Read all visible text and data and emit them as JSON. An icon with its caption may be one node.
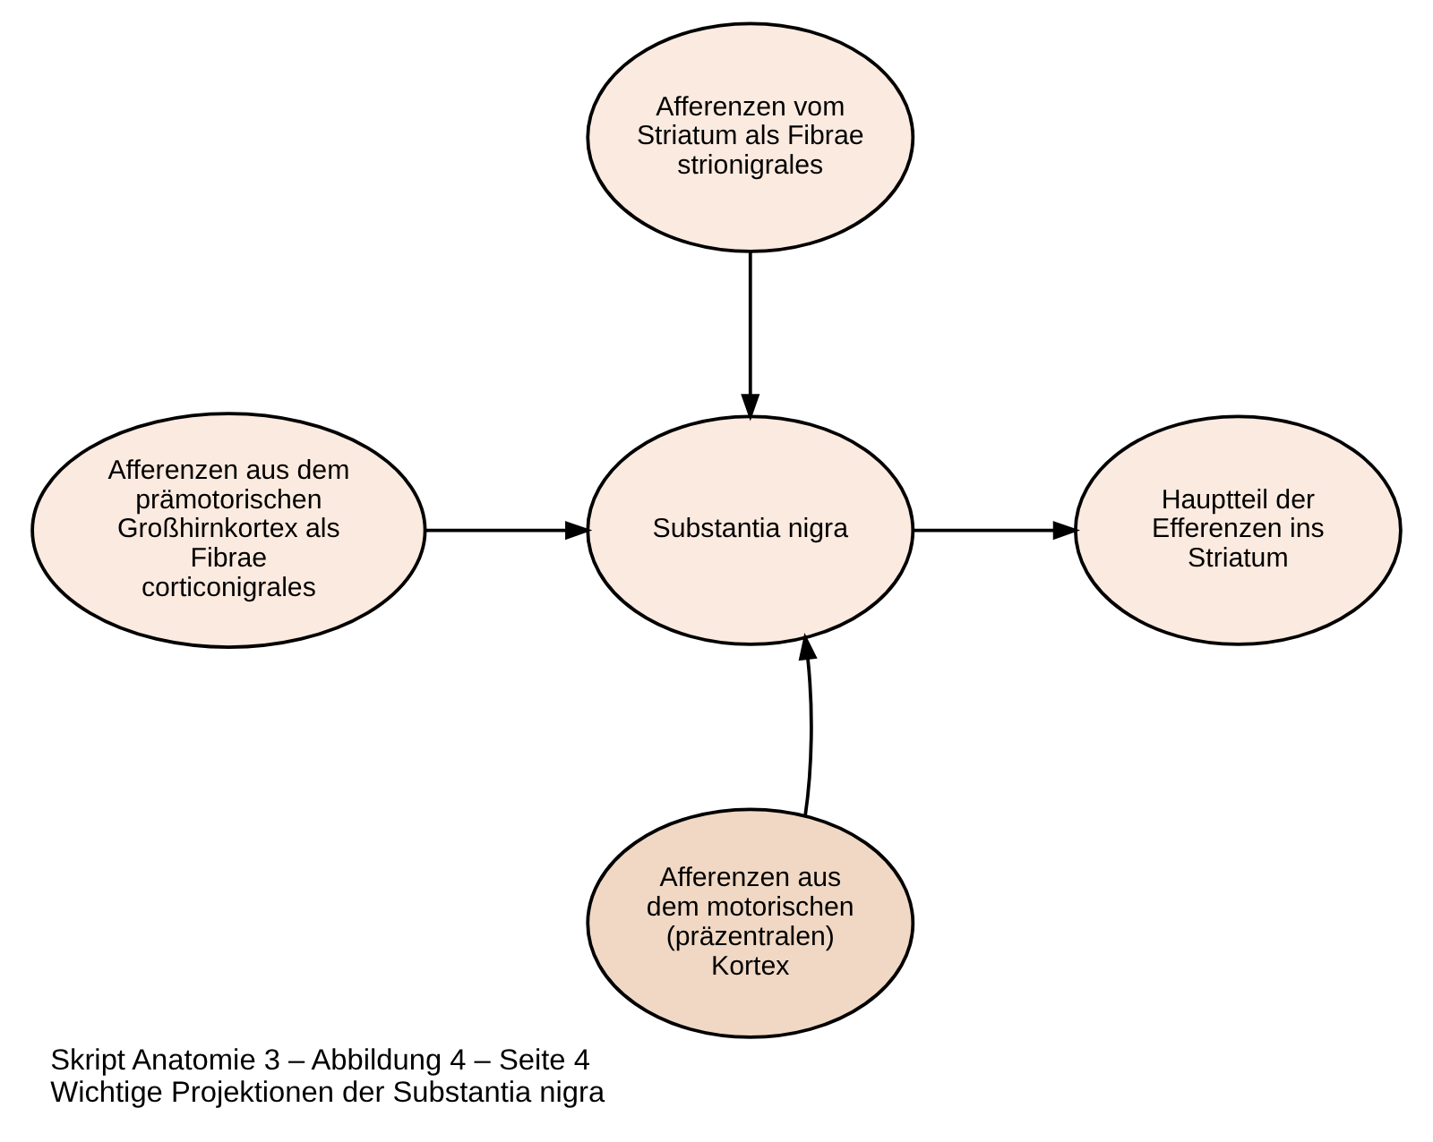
{
  "diagram": {
    "title": "Skript Anatomie 3 – Abbildung 4 – Seite 4",
    "caption": "Wichtige Projektionen der Substantia nigra",
    "nodes": [
      {
        "text": [
          "Afferenzen vom Striatum als Fibrae strionigrales"
        ]
      },
      {
        "text": [
          "Afferenzen aus dem prämotorischen Großhirnkortex als Fibrae corticonigrales"
        ]
      },
      {
        "text": [
          "Substantia nigra"
        ]
      },
      {
        "text": [
          "Hauptteil der Efferenzen ins Striatum"
        ]
      },
      {
        "text": [
          "Afferenzen aus dem motorischen (präzentralen) Kortex"
        ]
      }
    ],
    "edges": [
      {
        "from": 0,
        "to": 2,
        "arrow": "to"
      },
      {
        "from": 1,
        "to": 2,
        "arrow": "to"
      },
      {
        "from": 2,
        "to": 3,
        "arrow": "to"
      },
      {
        "from": 4,
        "to": 2,
        "arrow": "to"
      }
    ]
  }
}
